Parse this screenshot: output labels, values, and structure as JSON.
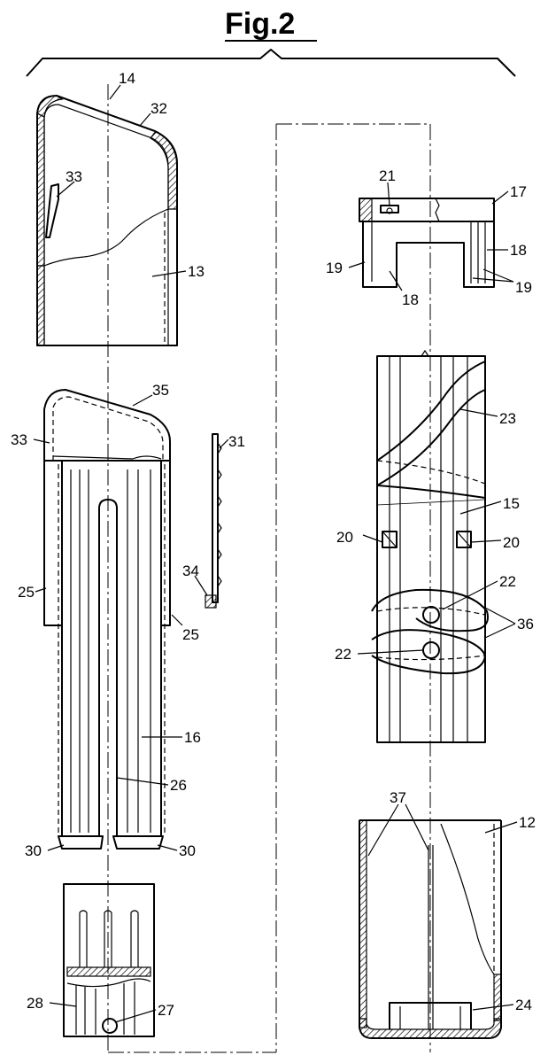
{
  "figure": {
    "title": "Fig.2",
    "labels": [
      {
        "id": "14",
        "text": "14"
      },
      {
        "id": "32",
        "text": "32"
      },
      {
        "id": "33a",
        "text": "33"
      },
      {
        "id": "13",
        "text": "13"
      },
      {
        "id": "35",
        "text": "35"
      },
      {
        "id": "33b",
        "text": "33"
      },
      {
        "id": "31",
        "text": "31"
      },
      {
        "id": "34",
        "text": "34"
      },
      {
        "id": "25a",
        "text": "25"
      },
      {
        "id": "25b",
        "text": "25"
      },
      {
        "id": "16",
        "text": "16"
      },
      {
        "id": "26",
        "text": "26"
      },
      {
        "id": "30a",
        "text": "30"
      },
      {
        "id": "30b",
        "text": "30"
      },
      {
        "id": "28",
        "text": "28"
      },
      {
        "id": "27",
        "text": "27"
      },
      {
        "id": "21",
        "text": "21"
      },
      {
        "id": "17",
        "text": "17"
      },
      {
        "id": "19a",
        "text": "19"
      },
      {
        "id": "18a",
        "text": "18"
      },
      {
        "id": "18b",
        "text": "18"
      },
      {
        "id": "19b",
        "text": "19"
      },
      {
        "id": "23",
        "text": "23"
      },
      {
        "id": "15",
        "text": "15"
      },
      {
        "id": "20a",
        "text": "20"
      },
      {
        "id": "20b",
        "text": "20"
      },
      {
        "id": "22a",
        "text": "22"
      },
      {
        "id": "36",
        "text": "36"
      },
      {
        "id": "22b",
        "text": "22"
      },
      {
        "id": "37",
        "text": "37"
      },
      {
        "id": "12",
        "text": "12"
      },
      {
        "id": "24",
        "text": "24"
      }
    ]
  }
}
